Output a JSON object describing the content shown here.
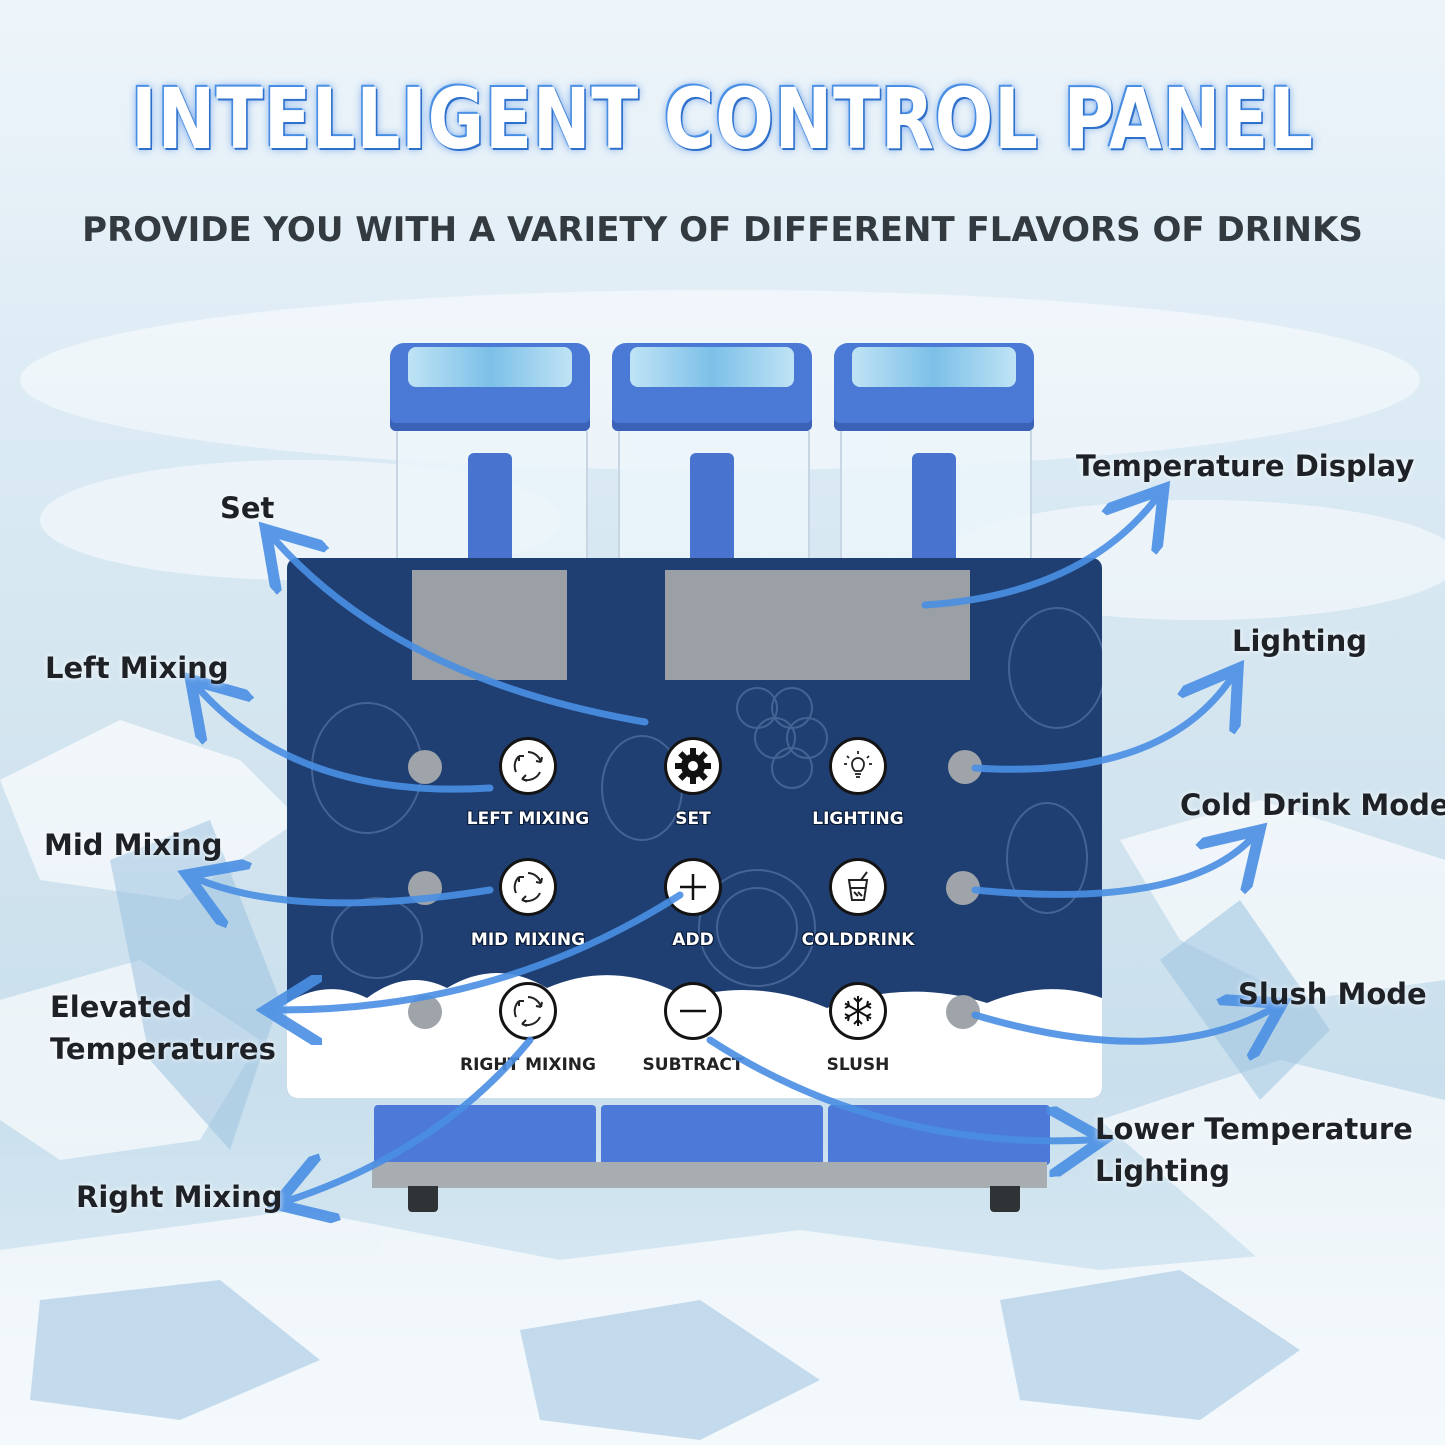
{
  "heading": {
    "title": "INTELLIGENT CONTROL PANEL",
    "subtitle": "PROVIDE YOU WITH A VARIETY OF DIFFERENT FLAVORS OF DRINKS"
  },
  "callouts": {
    "set": "Set",
    "temperature_display": "Temperature Display",
    "left_mixing": "Left Mixing",
    "lighting": "Lighting",
    "mid_mixing": "Mid Mixing",
    "cold_drink_mode": "Cold Drink Mode",
    "elevated_line1": "Elevated",
    "elevated_line2": "Temperatures",
    "slush_mode": "Slush Mode",
    "lower_line1": "Lower Temperature",
    "lower_line2": "Lighting",
    "right_mixing": "Right Mixing"
  },
  "panel": {
    "left_mixing": "LEFT MIXING",
    "set": "SET",
    "lighting": "LIGHTING",
    "mid_mixing": "MID MIXING",
    "add": "ADD",
    "colddrink": "COLDDRINK",
    "right_mixing": "RIGHT MIXING",
    "subtract": "SUBTRACT",
    "slush": "SLUSH"
  },
  "icons": {
    "mixing": "rotate-arrows-icon",
    "set": "gear-icon",
    "lighting": "bulb-icon",
    "add": "plus-icon",
    "colddrink": "cup-icon",
    "subtract": "minus-icon",
    "slush": "snowflake-icon"
  },
  "colors": {
    "panel": "#1f3f73",
    "arrow": "#4a8fe4",
    "title_glow": "#2f7ad8",
    "lid": "#4a79d6"
  }
}
